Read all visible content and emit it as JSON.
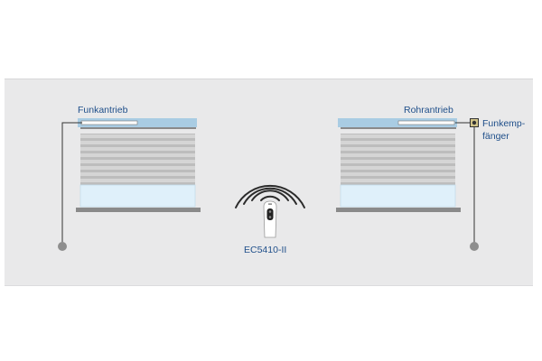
{
  "labels": {
    "left_window": "Funkantrieb",
    "right_window": "Rohrantrieb",
    "receiver_line1": "Funkemp-",
    "receiver_line2": "fänger",
    "remote": "EC5410-II"
  },
  "colors": {
    "wall": "#e9e9ea",
    "label_text": "#1f4f8a",
    "shutter_box": "#a9cce3",
    "slat_light": "#c9c9c9",
    "slat_dark": "#9e9e9e",
    "glass": "#dff0fa",
    "sill": "#8a8a8a",
    "wire": "#333333",
    "ground_dot": "#8e8e8e"
  },
  "icons": {
    "remote": "remote-control-icon",
    "radio_waves": "radio-waves-icon",
    "receiver": "receiver-icon"
  }
}
